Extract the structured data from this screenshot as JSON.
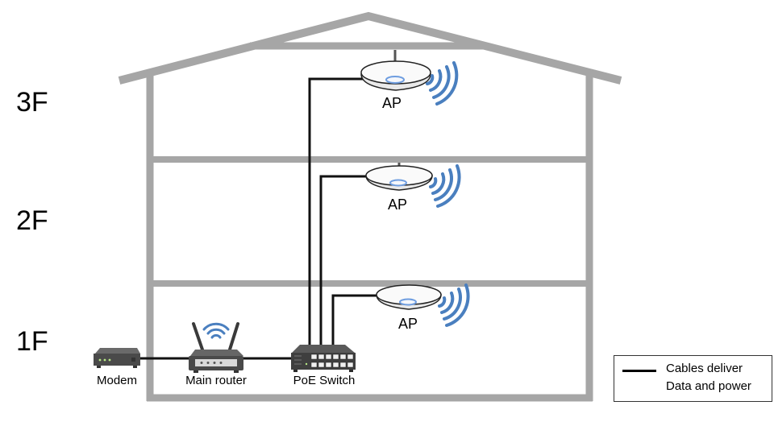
{
  "floors": [
    {
      "label": "3F"
    },
    {
      "label": "2F"
    },
    {
      "label": "1F"
    }
  ],
  "devices": {
    "modem": {
      "label": "Modem"
    },
    "router": {
      "label": "Main router"
    },
    "switch": {
      "label": "PoE Switch"
    }
  },
  "access_points": [
    {
      "label": "AP",
      "floor": "3F"
    },
    {
      "label": "AP",
      "floor": "2F"
    },
    {
      "label": "AP",
      "floor": "1F"
    }
  ],
  "legend": {
    "line1": "Cables deliver",
    "line2": "Data and power"
  },
  "colors": {
    "wall": "#a6a6a6",
    "cable": "#111111",
    "wifi": "#4a7fbf",
    "device_dark": "#4a4a4a"
  }
}
